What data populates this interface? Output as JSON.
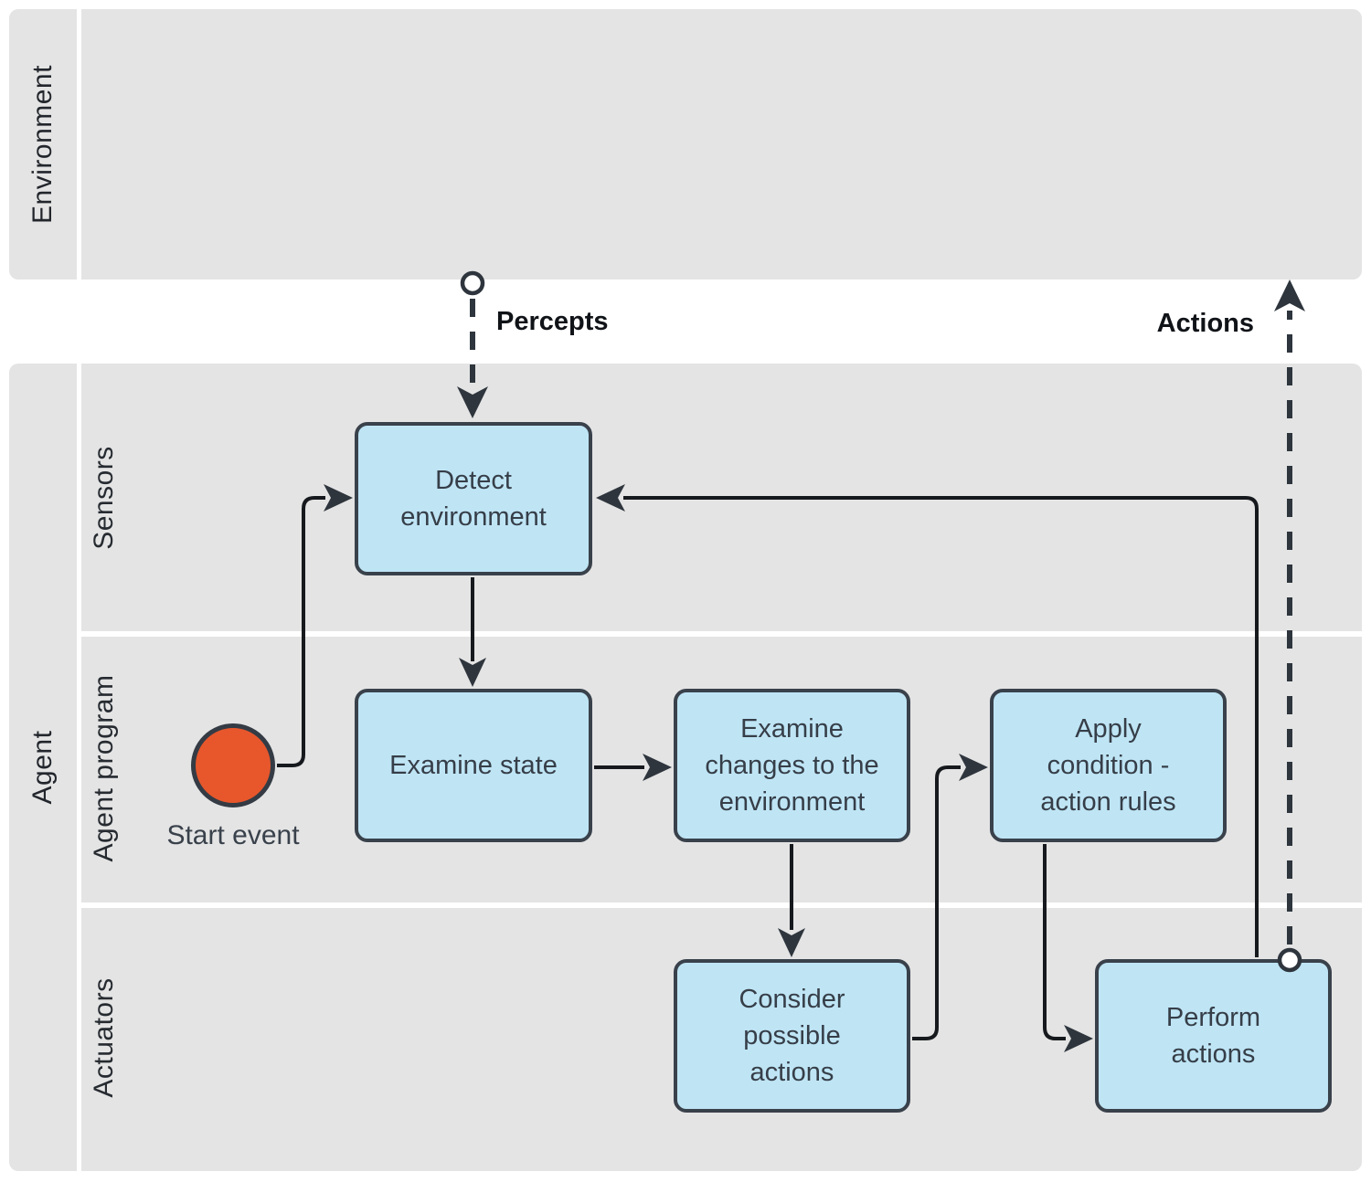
{
  "lanes": {
    "environment": {
      "label": "Environment"
    },
    "agent": {
      "label": "Agent",
      "sublanes": [
        {
          "label": "Sensors"
        },
        {
          "label": "Agent program"
        },
        {
          "label": "Actuators"
        }
      ]
    }
  },
  "nodes": {
    "start_event": {
      "label": "Start event",
      "type": "start-event"
    },
    "detect_environment": {
      "label": "Detect\nenvironment"
    },
    "examine_state": {
      "label": "Examine state"
    },
    "examine_changes": {
      "label": "Examine\nchanges to the\nenvironment"
    },
    "apply_condition_action_rules": {
      "label": "Apply\ncondition -\naction rules"
    },
    "consider_possible_actions": {
      "label": "Consider\npossible\nactions"
    },
    "perform_actions": {
      "label": "Perform\nactions"
    }
  },
  "flows": {
    "percepts": {
      "label": "Percepts",
      "style": "dashed"
    },
    "actions": {
      "label": "Actions",
      "style": "dashed"
    }
  },
  "colors": {
    "background": "#ffffff",
    "lane_fill": "#e4e4e4",
    "task_fill": "#bfe5f5",
    "task_border": "#39414b",
    "start_event_fill": "#e8572c",
    "connector": "#16191d",
    "dashed_connector": "#2e353d"
  }
}
